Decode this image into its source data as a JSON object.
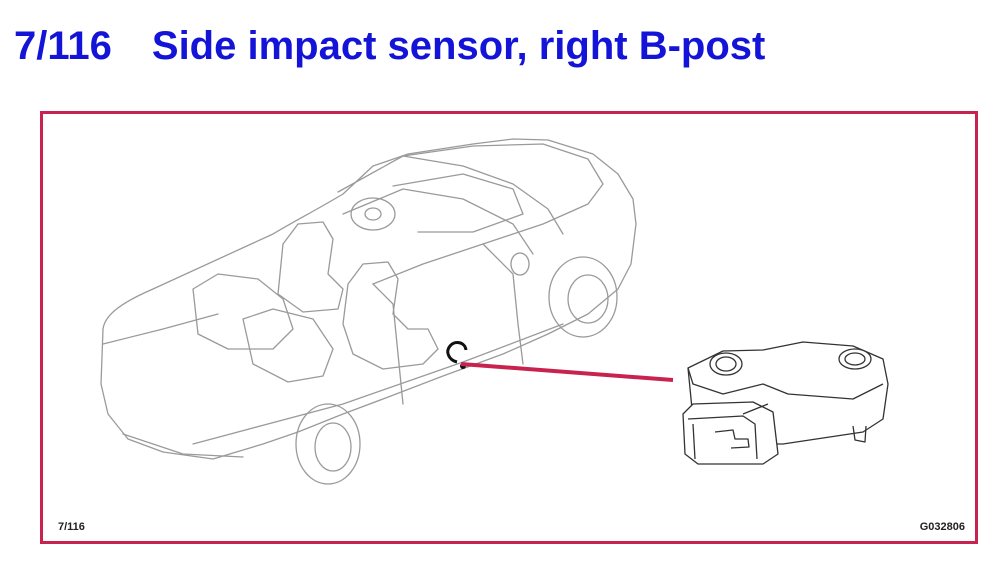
{
  "header": {
    "figure_number": "7/116",
    "title": "Side impact sensor, right B-post"
  },
  "figure": {
    "ref_left": "7/116",
    "ref_right": "G032806",
    "frame_color": "#c8234f",
    "leader_color": "#c8234f",
    "title_color": "#1414d8"
  }
}
